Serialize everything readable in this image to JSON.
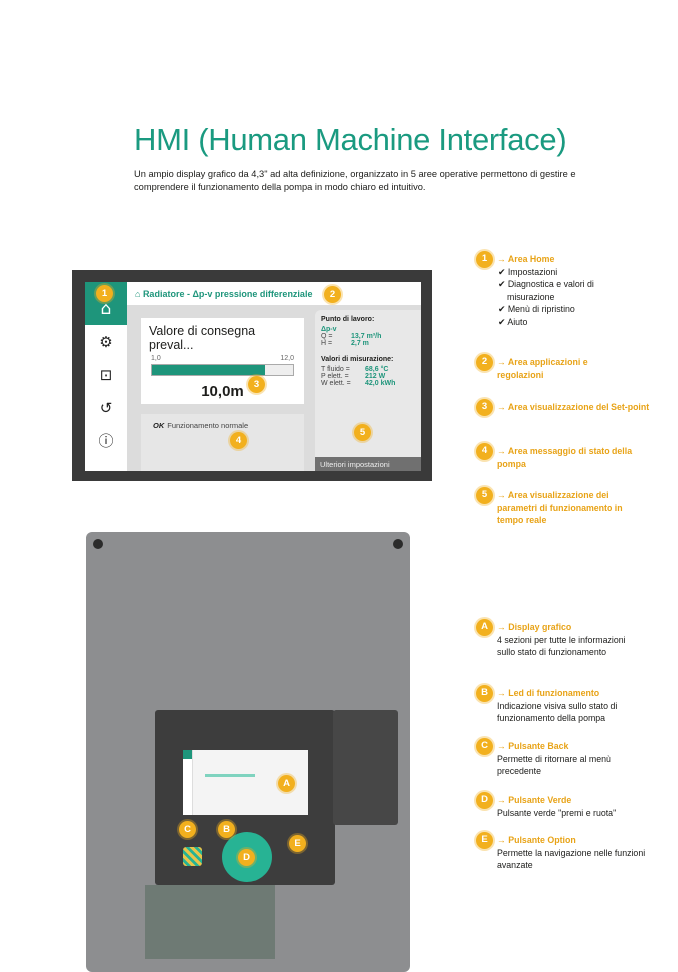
{
  "title": "HMI (Human Machine Interface)",
  "intro": "Un ampio display grafico da 4,3\" ad alta definizione, organizzato in 5 aree operative permettono di gestire e comprendere il funzionamento della pompa in modo chiaro ed intuitivo.",
  "screen": {
    "header": "Radiatore - Δp-v pressione differenziale",
    "setpoint_title": "Valore di consegna preval...",
    "range_min": "1,0",
    "range_max": "12,0",
    "setpoint_fraction": 0.8,
    "setpoint_value": "10,0m",
    "status_ok": "OK",
    "status_text": "Funzionamento normale",
    "work_point_title": "Punto di lavoro:",
    "mode": "Δp-v",
    "q_label": "Q =",
    "q_value": "13,7 m³/h",
    "h_label": "H =",
    "h_value": "2,7 m",
    "meas_title": "Valori di misurazione:",
    "t_label": "T fluido =",
    "t_value": "68,6 °C",
    "p_label": "P elett. =",
    "p_value": "212 W",
    "w_label": "W elett. =",
    "w_value": "42,0 kWh",
    "more": "Ulteriori impostazioni"
  },
  "badges": [
    "1",
    "2",
    "3",
    "4",
    "5",
    "A",
    "B",
    "C",
    "D",
    "E"
  ],
  "legend_areas": [
    {
      "n": "1",
      "title": "→ Area Home",
      "items": [
        "Impostazioni",
        "Diagnostica e valori di misurazione",
        "Menù di ripristino",
        "Aiuto"
      ]
    },
    {
      "n": "2",
      "title": "→ Area applicazioni e regolazioni"
    },
    {
      "n": "3",
      "title": "→ Area visualizzazione del Set-point"
    },
    {
      "n": "4",
      "title": "→ Area messaggio di stato della pompa"
    },
    {
      "n": "5",
      "title": "→ Area visualizzazione dei parametri di funzionamento in tempo reale"
    }
  ],
  "legend_controls": [
    {
      "n": "A",
      "title": "→ Display grafico",
      "desc": "4 sezioni per tutte le informazioni sullo stato di funzionamento"
    },
    {
      "n": "B",
      "title": "→ Led di funzionamento",
      "desc": "Indicazione visiva sullo stato di funzionamento della pompa"
    },
    {
      "n": "C",
      "title": "→ Pulsante Back",
      "desc": "Permette di ritornare al menù precedente"
    },
    {
      "n": "D",
      "title": "→ Pulsante Verde",
      "desc": "Pulsante verde \"premi e ruota\""
    },
    {
      "n": "E",
      "title": "→ Pulsante Option",
      "desc": "Permette la navigazione nelle funzioni avanzate"
    }
  ]
}
